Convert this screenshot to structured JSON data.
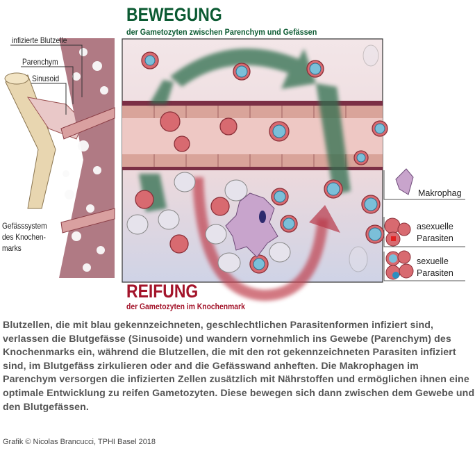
{
  "titles": {
    "movement_title": "BEWEGUNG",
    "movement_subtitle": "der Gametozyten zwischen Parenchym und Gefässen",
    "maturation_title": "REIFUNG",
    "maturation_subtitle": "der Gametozyten im Knochenmark"
  },
  "left_labels": {
    "infected_cell": "infizierte Blutzelle",
    "parenchyma": "Parenchym",
    "sinusoid": "Sinusoid",
    "vascular_system": [
      "Gefässsystem",
      "des Knochen-",
      "marks"
    ]
  },
  "legend": {
    "macrophage": "Makrophag",
    "asexual": [
      "asexuelle",
      "Parasiten"
    ],
    "sexual": [
      "sexuelle",
      "Parasiten"
    ]
  },
  "colors": {
    "movement_green": "#0b5a32",
    "maturation_red": "#a3142a",
    "caption_gray": "#555555"
  },
  "caption": "Blutzellen, die mit blau gekennzeichneten, geschlechtlichen Parasitenformen infiziert sind, verlassen die Blutgefässe (Sinusoide) und wandern vornehmlich ins Gewebe (Parenchym) des Knochenmarks ein, während die Blutzellen, die mit den rot gekennzeichneten Parasiten infiziert sind, im Blutgefäss zirkulieren oder and die Gefässwand anheften. Die Makrophagen im Parenchym versorgen die infizierten Zellen zusätzlich mit Nährstoffen und ermöglichen ihnen eine optimale Entwicklung zu reifen Gametozyten. Diese bewegen sich dann zwischen dem Gewebe und den Blutgefässen.",
  "credit": "Grafik © Nicolas Brancucci, TPHI Basel  2018"
}
